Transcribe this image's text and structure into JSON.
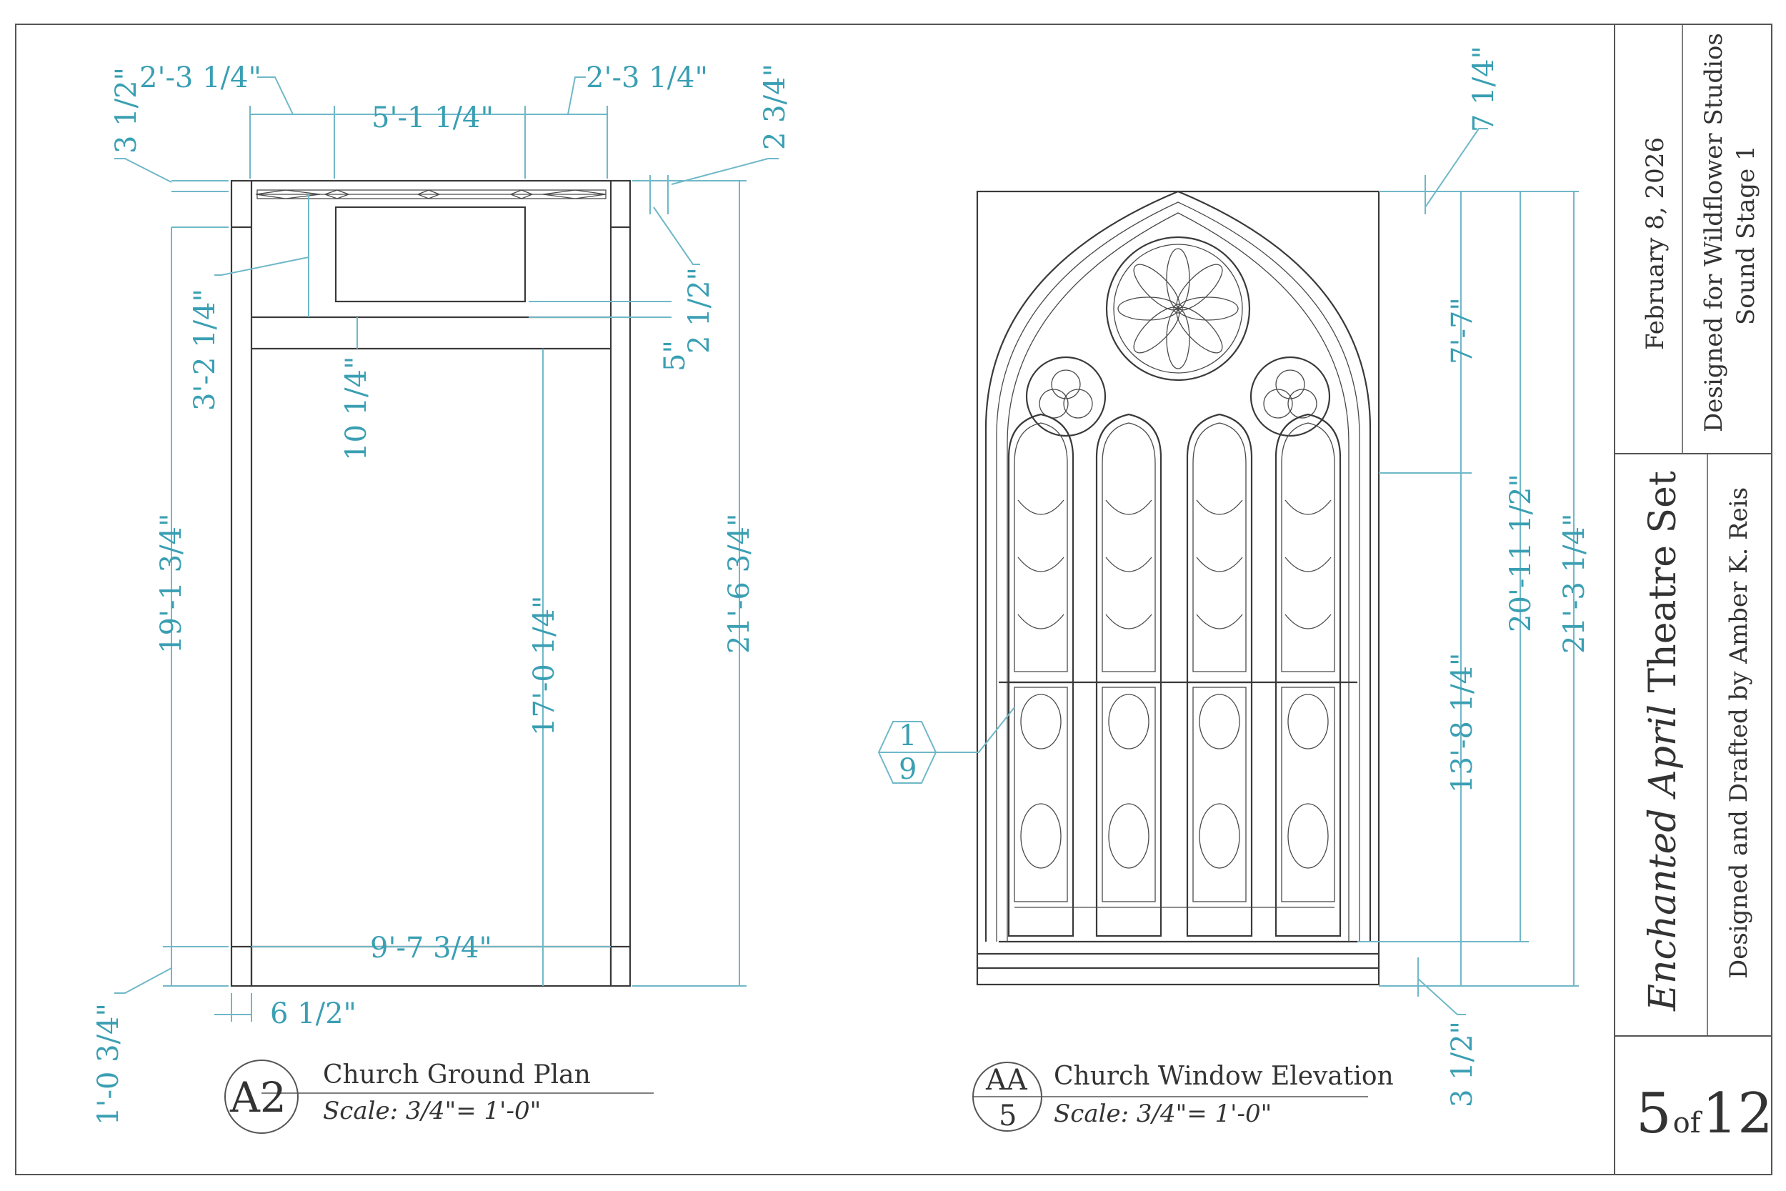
{
  "plan": {
    "dims": {
      "top_left": "2'-3 1/4\"",
      "top_mid": "5'-1 1/4\"",
      "top_right": "2'-3 1/4\"",
      "left_small": "3 1/2\"",
      "right_small": "2 3/4\"",
      "left_mid": "3'-2 1/4\"",
      "center_small": "10 1/4\"",
      "right_a": "2 1/2\"",
      "right_b": "5\"",
      "left_tall": "19'-1 3/4\"",
      "center_tall": "17'-0 1/4\"",
      "right_tall": "21'-6 3/4\"",
      "bottom_width": "9'-7 3/4\"",
      "bottom_left": "1'-0 3/4\"",
      "bottom_small": "6 1/2\""
    },
    "tag": "A2",
    "title": "Church Ground Plan",
    "scale": "Scale:  3/4\"= 1'-0\""
  },
  "elevation": {
    "dims": {
      "top_small": "7 1/4\"",
      "upper": "7'-7\"",
      "lower": "13'-8 1/4\"",
      "total_a": "20'-11 1/2\"",
      "total_b": "21'-3 1/4\"",
      "bottom_small": "3 1/2\""
    },
    "callout_top": "1",
    "callout_bottom": "9",
    "tag_top": "AA",
    "tag_bottom": "5",
    "title": "Church Window Elevation",
    "scale": "Scale:  3/4\"= 1'-0\""
  },
  "title_block": {
    "date": "February 8, 2026",
    "designed_for": "Designed for Wildflower Studios",
    "stage": "Sound Stage 1",
    "project_italic": "Enchanted April",
    "project_rest": " Theatre Set",
    "drafter": "Designed and Drafted by Amber K. Reis",
    "sheet_num": "5",
    "sheet_of": "of",
    "sheet_total": "12"
  },
  "colors": {
    "dimension": "#3a9fb3",
    "linework": "#3a3a3a"
  }
}
